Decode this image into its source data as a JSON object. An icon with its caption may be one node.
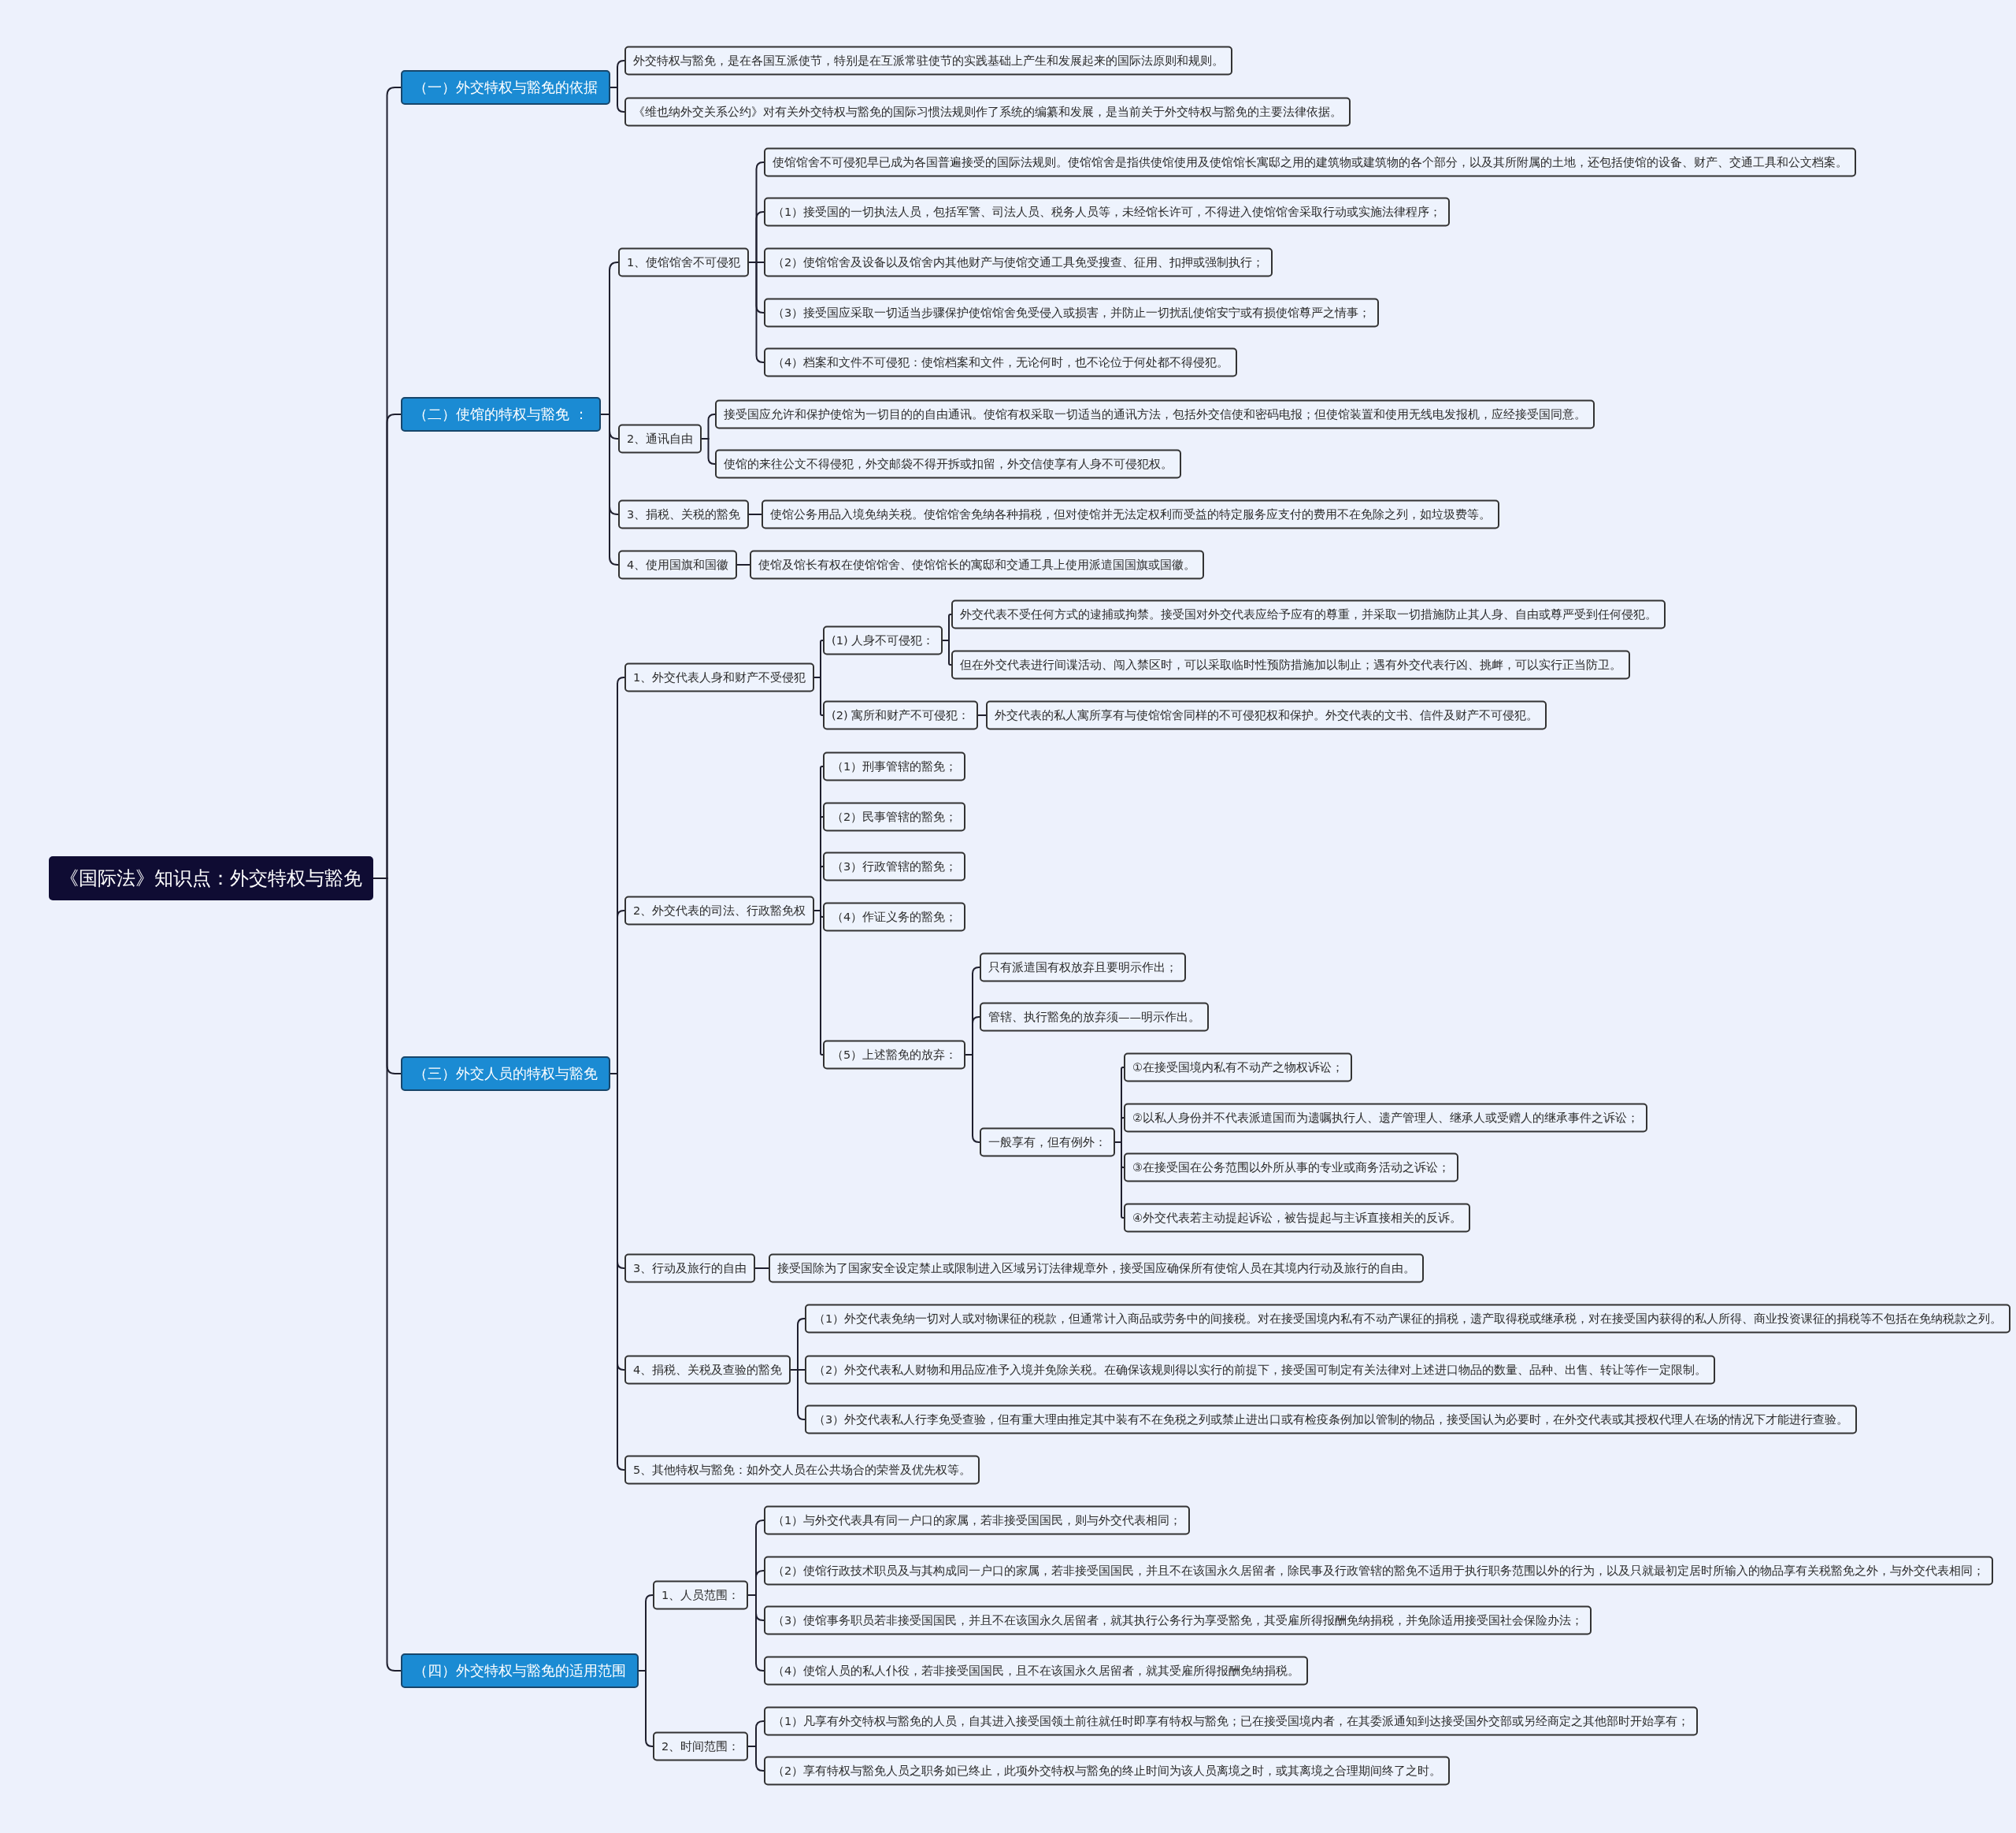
{
  "diagram": {
    "nodes": [
      {
        "text": [
          "《国际法》知识点：外交特权与豁免"
        ]
      },
      {
        "text": [
          "（一）外交特权与豁免的依据"
        ]
      },
      {
        "text": [
          "外交特权与豁免，是在各国互派使节，特别是在互派常驻使节的实践基础上产生和发展起来的国际法原则和规则。"
        ]
      },
      {
        "text": [
          "《维也纳外交关系公约》对有关外交特权与豁免的国际习惯法规则作了系统的编纂和发展，是当前关于外交特权与豁免的主要法律依据。"
        ]
      },
      {
        "text": [
          "（二）使馆的特权与豁免 ："
        ]
      },
      {
        "text": [
          "1、使馆馆舍不可侵犯"
        ]
      },
      {
        "text": [
          "使馆馆舍不可侵犯早已成为各国普遍接受的国际法规则。使馆馆舍是指供使馆使用及使馆馆长寓邸之用的建筑物或建筑物的各个部分，以及其所附属的土地，还包括使馆的设备、财产、交通工具和公文档案。"
        ]
      },
      {
        "text": [
          "（1）接受国的一切执法人员，包括军警、司法人员、税务人员等，未经馆长许可，不得进入使馆馆舍采取行动或实施法律程序；"
        ]
      },
      {
        "text": [
          "（2）使馆馆舍及设备以及馆舍内其他财产与使馆交通工具免受搜查、征用、扣押或强制执行；"
        ]
      },
      {
        "text": [
          "（3）接受国应采取一切适当步骤保护使馆馆舍免受侵入或损害，并防止一切扰乱使馆安宁或有损使馆尊严之情事；"
        ]
      },
      {
        "text": [
          "（4）档案和文件不可侵犯：使馆档案和文件，无论何时，也不论位于何处都不得侵犯。"
        ]
      },
      {
        "text": [
          "2、通讯自由"
        ]
      },
      {
        "text": [
          "接受国应允许和保护使馆为一切目的的自由通讯。使馆有权采取一切适当的通讯方法，包括外交信使和密码电报；但使馆装置和使用无线电发报机，应经接受国同意。"
        ]
      },
      {
        "text": [
          "使馆的来往公文不得侵犯，外交邮袋不得开拆或扣留，外交信使享有人身不可侵犯权。"
        ]
      },
      {
        "text": [
          "3、捐税、关税的豁免"
        ]
      },
      {
        "text": [
          "使馆公务用品入境免纳关税。使馆馆舍免纳各种捐税，但对使馆并无法定权利而受益的特定服务应支付的费用不在免除之列，如垃圾费等。"
        ]
      },
      {
        "text": [
          "4、使用国旗和国徽"
        ]
      },
      {
        "text": [
          "使馆及馆长有权在使馆馆舍、使馆馆长的寓邸和交通工具上使用派遣国国旗或国徽。"
        ]
      },
      {
        "text": [
          "（三）外交人员的特权与豁免"
        ]
      },
      {
        "text": [
          "1、外交代表人身和财产不受侵犯"
        ]
      },
      {
        "text": [
          "(1) 人身不可侵犯："
        ]
      },
      {
        "text": [
          "外交代表不受任何方式的逮捕或拘禁。接受国对外交代表应给予应有的尊重，并采取一切措施防止其人身、自由或尊严受到任何侵犯。"
        ]
      },
      {
        "text": [
          "但在外交代表进行间谍活动、闯入禁区时，可以采取临时性预防措施加以制止；遇有外交代表行凶、挑衅，可以实行正当防卫。"
        ]
      },
      {
        "text": [
          "(2) 寓所和财产不可侵犯："
        ]
      },
      {
        "text": [
          "外交代表的私人寓所享有与使馆馆舍同样的不可侵犯权和保护。外交代表的文书、信件及财产不可侵犯。"
        ]
      },
      {
        "text": [
          "2、外交代表的司法、行政豁免权"
        ]
      },
      {
        "text": [
          "（1）刑事管辖的豁免；"
        ]
      },
      {
        "text": [
          "（2）民事管辖的豁免；"
        ]
      },
      {
        "text": [
          "（3）行政管辖的豁免；"
        ]
      },
      {
        "text": [
          "（4）作证义务的豁免；"
        ]
      },
      {
        "text": [
          "（5）上述豁免的放弃："
        ]
      },
      {
        "text": [
          "只有派遣国有权放弃且要明示作出；"
        ]
      },
      {
        "text": [
          "管辖、执行豁免的放弃须——明示作出。"
        ]
      },
      {
        "text": [
          "一般享有，但有例外："
        ]
      },
      {
        "text": [
          "①在接受国境内私有不动产之物权诉讼；"
        ]
      },
      {
        "text": [
          "②以私人身份并不代表派遣国而为遗嘱执行人、遗产管理人、继承人或受赠人的继承事件之诉讼；"
        ]
      },
      {
        "text": [
          "③在接受国在公务范围以外所从事的专业或商务活动之诉讼；"
        ]
      },
      {
        "text": [
          "④外交代表若主动提起诉讼，被告提起与主诉直接相关的反诉。"
        ]
      },
      {
        "text": [
          "3、行动及旅行的自由"
        ]
      },
      {
        "text": [
          "接受国除为了国家安全设定禁止或限制进入区域另订法律规章外，接受国应确保所有使馆人员在其境内行动及旅行的自由。"
        ]
      },
      {
        "text": [
          "4、捐税、关税及查验的豁免"
        ]
      },
      {
        "text": [
          "（1）外交代表免纳一切对人或对物课征的税款，但通常计入商品或劳务中的间接税。对在接受国境内私有不动产课征的捐税，遗产取得税或继承税，对在接受国内获得的私人所得、商业投资课征的捐税等不包括在免纳税款之列。"
        ]
      },
      {
        "text": [
          "（2）外交代表私人财物和用品应准予入境并免除关税。在确保该规则得以实行的前提下，接受国可制定有关法律对上述进口物品的数量、品种、出售、转让等作一定限制。"
        ]
      },
      {
        "text": [
          "（3）外交代表私人行李免受查验，但有重大理由推定其中装有不在免税之列或禁止进出口或有检疫条例加以管制的物品，接受国认为必要时，在外交代表或其授权代理人在场的情况下才能进行查验。"
        ]
      },
      {
        "text": [
          "5、其他特权与豁免：如外交人员在公共场合的荣誉及优先权等。"
        ]
      },
      {
        "text": [
          "（四）外交特权与豁免的适用范围"
        ]
      },
      {
        "text": [
          "1、人员范围："
        ]
      },
      {
        "text": [
          "（1）与外交代表具有同一户口的家属，若非接受国国民，则与外交代表相同；"
        ]
      },
      {
        "text": [
          "（2）使馆行政技术职员及与其构成同一户口的家属，若非接受国国民，并且不在该国永久居留者，除民事及行政管辖的豁免不适用于执行职务范围以外的行为，以及只就最初定居时所输入的物品享有关税豁免之外，与外交代表相同；"
        ]
      },
      {
        "text": [
          "（3）使馆事务职员若非接受国国民，并且不在该国永久居留者，就其执行公务行为享受豁免，其受雇所得报酬免纳捐税，并免除适用接受国社会保险办法；"
        ]
      },
      {
        "text": [
          "（4）使馆人员的私人仆役，若非接受国国民，且不在该国永久居留者，就其受雇所得报酬免纳捐税。"
        ]
      },
      {
        "text": [
          "2、时间范围："
        ]
      },
      {
        "text": [
          "（1）凡享有外交特权与豁免的人员，自其进入接受国领土前往就任时即享有特权与豁免；已在接受国境内者，在其委派通知到达接受国外交部或另经商定之其他部时开始享有；"
        ]
      },
      {
        "text": [
          "（2）享有特权与豁免人员之职务如已终止，此项外交特权与豁免的终止时间为该人员离境之时，或其离境之合理期间终了之时。"
        ]
      }
    ],
    "edges": [
      {
        "from": 0,
        "to": 1,
        "arrow": "none"
      },
      {
        "from": 0,
        "to": 4,
        "arrow": "none"
      },
      {
        "from": 0,
        "to": 18,
        "arrow": "none"
      },
      {
        "from": 0,
        "to": 45,
        "arrow": "none"
      },
      {
        "from": 1,
        "to": 2,
        "arrow": "none"
      },
      {
        "from": 1,
        "to": 3,
        "arrow": "none"
      },
      {
        "from": 4,
        "to": 5,
        "arrow": "none"
      },
      {
        "from": 4,
        "to": 11,
        "arrow": "none"
      },
      {
        "from": 4,
        "to": 14,
        "arrow": "none"
      },
      {
        "from": 4,
        "to": 16,
        "arrow": "none"
      },
      {
        "from": 5,
        "to": 6,
        "arrow": "none"
      },
      {
        "from": 5,
        "to": 7,
        "arrow": "none"
      },
      {
        "from": 5,
        "to": 8,
        "arrow": "none"
      },
      {
        "from": 5,
        "to": 9,
        "arrow": "none"
      },
      {
        "from": 5,
        "to": 10,
        "arrow": "none"
      },
      {
        "from": 11,
        "to": 12,
        "arrow": "none"
      },
      {
        "from": 11,
        "to": 13,
        "arrow": "none"
      },
      {
        "from": 14,
        "to": 15,
        "arrow": "none"
      },
      {
        "from": 16,
        "to": 17,
        "arrow": "none"
      },
      {
        "from": 18,
        "to": 19,
        "arrow": "none"
      },
      {
        "from": 18,
        "to": 25,
        "arrow": "none"
      },
      {
        "from": 18,
        "to": 38,
        "arrow": "none"
      },
      {
        "from": 18,
        "to": 40,
        "arrow": "none"
      },
      {
        "from": 18,
        "to": 44,
        "arrow": "none"
      },
      {
        "from": 19,
        "to": 20,
        "arrow": "none"
      },
      {
        "from": 19,
        "to": 23,
        "arrow": "none"
      },
      {
        "from": 20,
        "to": 21,
        "arrow": "none"
      },
      {
        "from": 20,
        "to": 22,
        "arrow": "none"
      },
      {
        "from": 23,
        "to": 24,
        "arrow": "none"
      },
      {
        "from": 25,
        "to": 26,
        "arrow": "none"
      },
      {
        "from": 25,
        "to": 27,
        "arrow": "none"
      },
      {
        "from": 25,
        "to": 28,
        "arrow": "none"
      },
      {
        "from": 25,
        "to": 29,
        "arrow": "none"
      },
      {
        "from": 25,
        "to": 30,
        "arrow": "none"
      },
      {
        "from": 30,
        "to": 31,
        "arrow": "none"
      },
      {
        "from": 30,
        "to": 32,
        "arrow": "none"
      },
      {
        "from": 30,
        "to": 33,
        "arrow": "none"
      },
      {
        "from": 33,
        "to": 34,
        "arrow": "none"
      },
      {
        "from": 33,
        "to": 35,
        "arrow": "none"
      },
      {
        "from": 33,
        "to": 36,
        "arrow": "none"
      },
      {
        "from": 33,
        "to": 37,
        "arrow": "none"
      },
      {
        "from": 38,
        "to": 39,
        "arrow": "none"
      },
      {
        "from": 40,
        "to": 41,
        "arrow": "none"
      },
      {
        "from": 40,
        "to": 42,
        "arrow": "none"
      },
      {
        "from": 40,
        "to": 43,
        "arrow": "none"
      },
      {
        "from": 45,
        "to": 46,
        "arrow": "none"
      },
      {
        "from": 45,
        "to": 51,
        "arrow": "none"
      },
      {
        "from": 46,
        "to": 47,
        "arrow": "none"
      },
      {
        "from": 46,
        "to": 48,
        "arrow": "none"
      },
      {
        "from": 46,
        "to": 49,
        "arrow": "none"
      },
      {
        "from": 46,
        "to": 50,
        "arrow": "none"
      },
      {
        "from": 51,
        "to": 52,
        "arrow": "none"
      },
      {
        "from": 51,
        "to": 53,
        "arrow": "none"
      }
    ]
  }
}
